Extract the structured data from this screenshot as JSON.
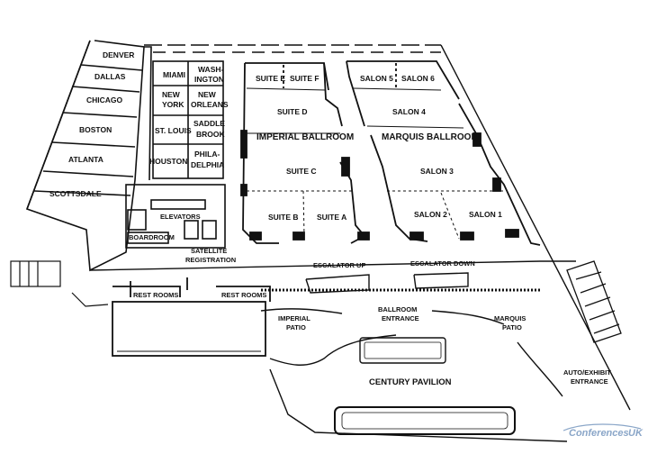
{
  "rooms": {
    "denver": "DENVER",
    "dallas": "DALLAS",
    "chicago": "CHICAGO",
    "boston": "BOSTON",
    "atlanta": "ATLANTA",
    "scottsdale": "SCOTTSDALE",
    "miami": "MIAMI",
    "washington_1": "WASH-",
    "washington_2": "INGTON",
    "new_york_1": "NEW",
    "new_york_2": "YORK",
    "new_orleans_1": "NEW",
    "new_orleans_2": "ORLEANS",
    "st_louis": "ST. LOUIS",
    "saddle_brook_1": "SADDLE",
    "saddle_brook_2": "BROOK",
    "houston": "HOUSTON",
    "philadelphia_1": "PHILA-",
    "philadelphia_2": "DELPHIA",
    "elevators": "ELEVATORS",
    "boardroom": "BOARDROOM",
    "satellite_registration_1": "SATELLITE",
    "satellite_registration_2": "REGISTRATION",
    "suite_e": "SUITE E",
    "suite_f": "SUITE F",
    "suite_d": "SUITE D",
    "imperial_ballroom": "IMPERIAL BALLROOM",
    "suite_c": "SUITE C",
    "suite_b": "SUITE B",
    "suite_a": "SUITE A",
    "salon_5": "SALON 5",
    "salon_6": "SALON 6",
    "salon_4": "SALON 4",
    "marquis_ballroom": "MARQUIS BALLROOM",
    "salon_3": "SALON 3",
    "salon_2": "SALON 2",
    "salon_1": "SALON 1",
    "escalator_up": "ESCALATOR UP",
    "escalator_down": "ESCALATOR DOWN",
    "rest_rooms_left": "REST ROOMS",
    "rest_rooms_right": "REST ROOMS",
    "ballroom_entrance_1": "BALLROOM",
    "ballroom_entrance_2": "ENTRANCE",
    "imperial_patio_1": "IMPERIAL",
    "imperial_patio_2": "PATIO",
    "marquis_patio_1": "MARQUIS",
    "marquis_patio_2": "PATIO",
    "auto_exhibit_1": "AUTO/EXHIBIT",
    "auto_exhibit_2": "ENTRANCE",
    "century_pavilion": "CENTURY PAVILION"
  },
  "watermark": {
    "brand": "Conferences",
    "suffix": "UK"
  },
  "colors": {
    "ink": "#111111",
    "paper": "#ffffff",
    "watermark": "#8aa6c8"
  }
}
